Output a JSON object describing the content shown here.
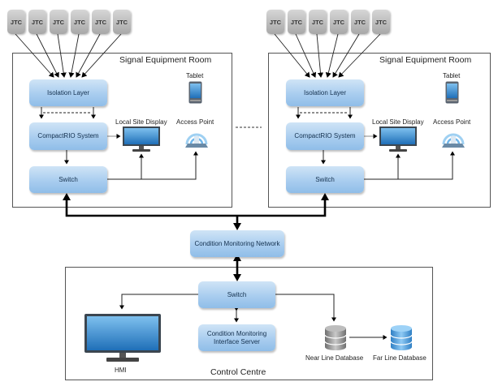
{
  "diagram": {
    "type": "system architecture",
    "separator": "......"
  },
  "rooms": [
    {
      "title": "Signal Equipment Room",
      "jtc_label": "JTC",
      "jtc_count": 6,
      "isolation_layer": "Isolation Layer",
      "compactrio": "CompactRIO System",
      "switch": "Switch",
      "local_display": "Local Site Display",
      "access_point": "Access Point",
      "tablet": "Tablet"
    },
    {
      "title": "Signal Equipment Room",
      "jtc_label": "JTC",
      "jtc_count": 6,
      "isolation_layer": "Isolation Layer",
      "compactrio": "CompactRIO System",
      "switch": "Switch",
      "local_display": "Local Site Display",
      "access_point": "Access Point",
      "tablet": "Tablet"
    }
  ],
  "network": {
    "label": "Condition Monitoring Network"
  },
  "control_centre": {
    "title": "Control Centre",
    "switch": "Switch",
    "server": "Condition Monitoring Interface Server",
    "hmi": "HMI",
    "near_db": "Near Line Database",
    "far_db": "Far Line Database"
  },
  "colors": {
    "node_fill": "#a9cdef",
    "jtc_fill": "#bdbdbd",
    "wire": "#000000",
    "frame": "#555555"
  }
}
